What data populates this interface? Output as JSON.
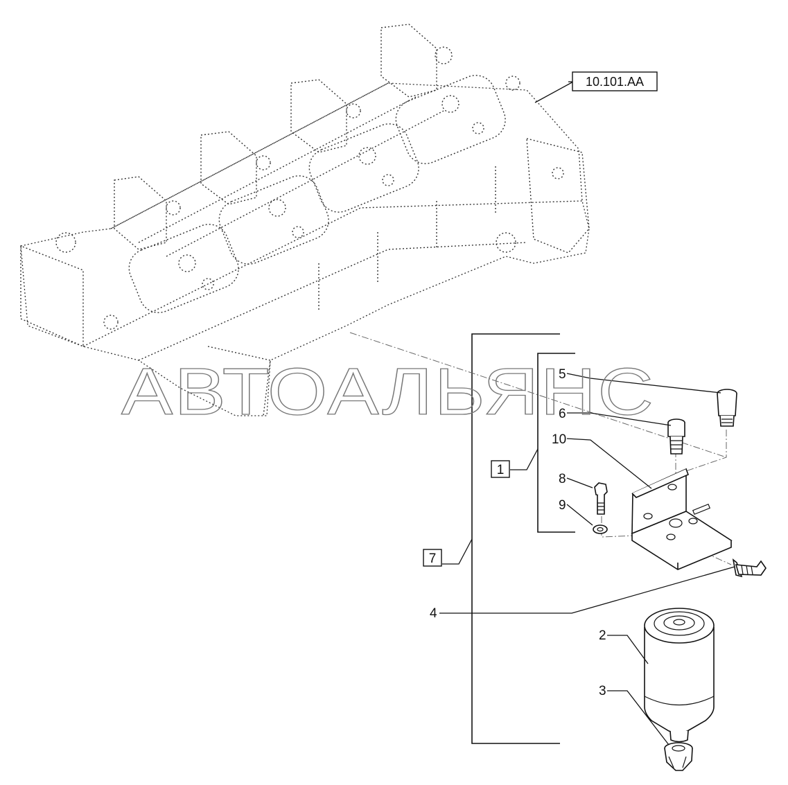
{
  "reference_label": "10.101.AA",
  "watermark": "АВТОАЛЬЯНС",
  "callouts": {
    "c1": "1",
    "c2": "2",
    "c3": "3",
    "c4": "4",
    "c5": "5",
    "c6": "6",
    "c7": "7",
    "c8": "8",
    "c9": "9",
    "c10": "10"
  },
  "icons": {
    "cylinder_head": "cylinder-head-outline-icon",
    "filter": "fuel-filter-cartridge-icon",
    "bracket": "filter-bracket-icon"
  }
}
